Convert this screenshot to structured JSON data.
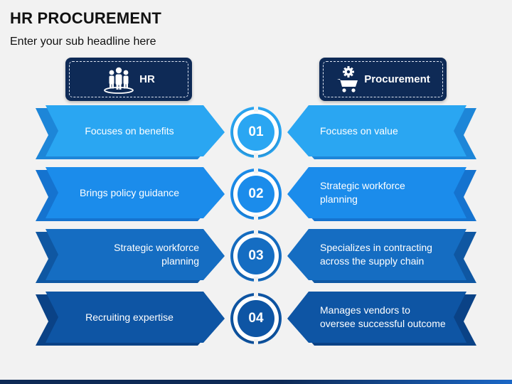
{
  "title": "HR PROCUREMENT",
  "subtitle": "Enter your sub headline here",
  "headers": {
    "left": {
      "label": "HR",
      "icon": "people-group-icon"
    },
    "right": {
      "label": "Procurement",
      "icon": "gear-cart-icon"
    }
  },
  "colors": {
    "header_bg": "#0e2a56",
    "row_colors": [
      "#2aa6f2",
      "#1b8ceb",
      "#156dc2",
      "#0e55a4"
    ],
    "row_fold_colors": [
      "#1d86d8",
      "#1573cf",
      "#0f57a2",
      "#0a4286"
    ]
  },
  "rows": [
    {
      "number": "01",
      "left": [
        "Focuses on benefits"
      ],
      "right": [
        "Focuses on value"
      ]
    },
    {
      "number": "02",
      "left": [
        "Brings policy guidance"
      ],
      "right": [
        "Strategic workforce",
        "planning"
      ]
    },
    {
      "number": "03",
      "left": [
        "Strategic workforce",
        "planning"
      ],
      "right": [
        "Specializes in contracting",
        "across the supply chain"
      ]
    },
    {
      "number": "04",
      "left": [
        "Recruiting expertise"
      ],
      "right": [
        "Manages vendors to",
        "oversee successful outcome"
      ]
    }
  ]
}
